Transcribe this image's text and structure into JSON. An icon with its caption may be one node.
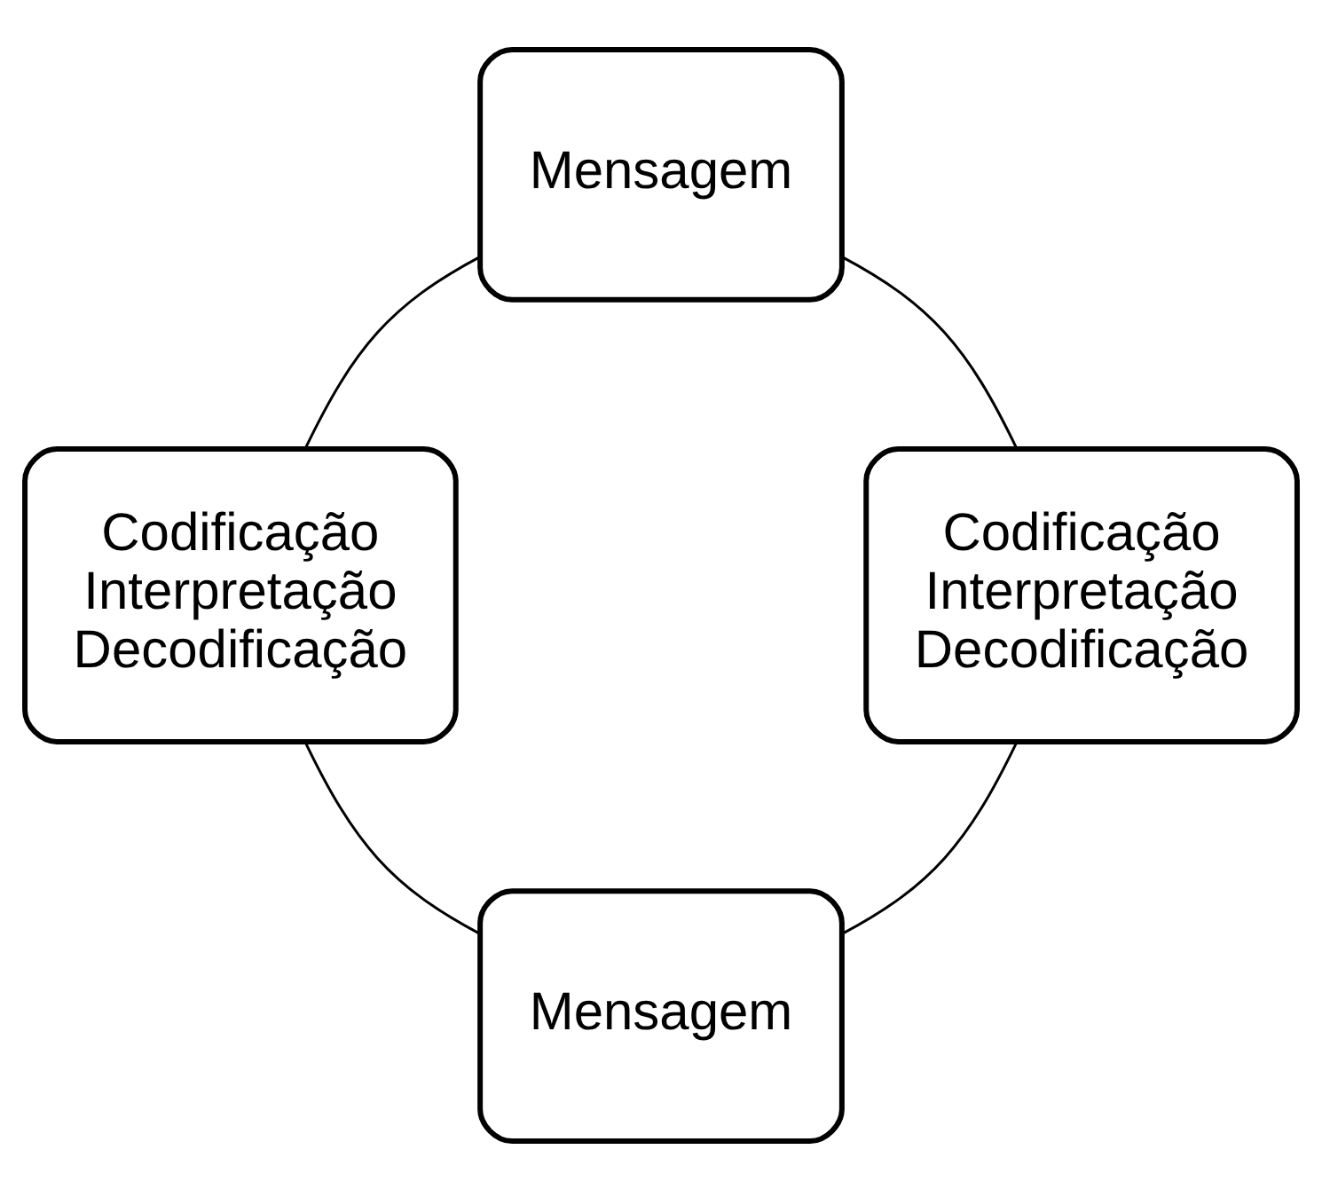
{
  "diagram": {
    "nodes": [
      {
        "text": [
          "Mensagem"
        ]
      },
      {
        "text": [
          "Codificação",
          "Interpretação",
          "Decodificação"
        ]
      },
      {
        "text": [
          "Codificação",
          "Interpretação",
          "Decodificação"
        ]
      },
      {
        "text": [
          "Mensagem"
        ]
      }
    ],
    "edges": [
      {
        "from": 0,
        "to": 2,
        "arrow": "none"
      },
      {
        "from": 2,
        "to": 3,
        "arrow": "none"
      },
      {
        "from": 3,
        "to": 1,
        "arrow": "none"
      },
      {
        "from": 1,
        "to": 0,
        "arrow": "none"
      }
    ]
  }
}
